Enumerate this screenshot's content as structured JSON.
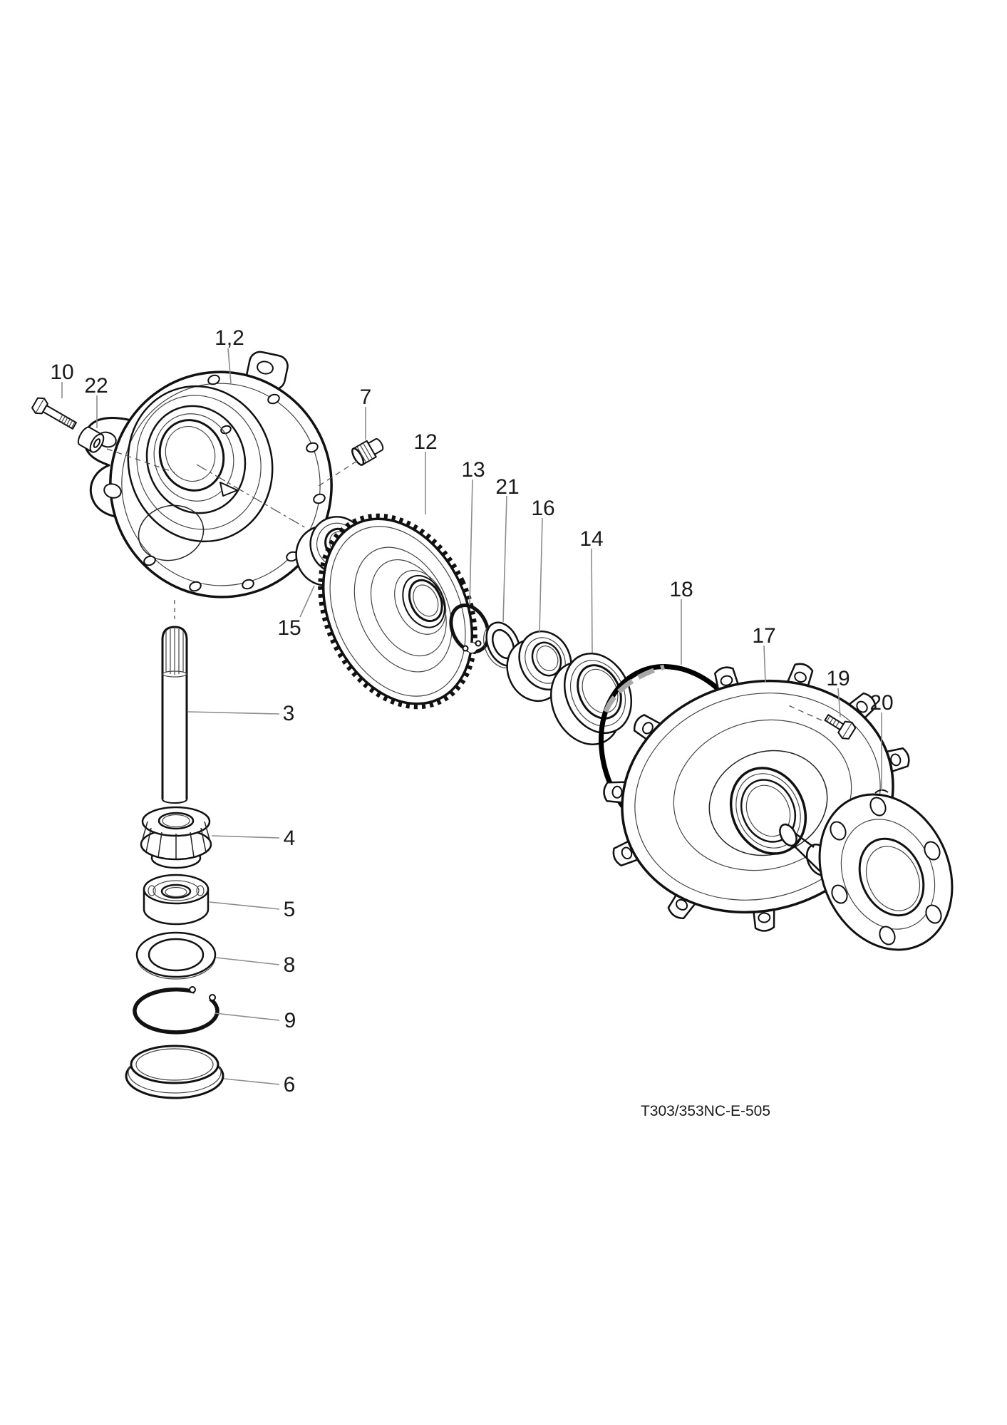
{
  "page": {
    "background": "#ffffff",
    "line_color": "#111111",
    "leader_color": "#8c8c8c"
  },
  "diagram": {
    "caption": "T303/353NC-E-505",
    "callouts": {
      "c1_2": "1,2",
      "c3": "3",
      "c4": "4",
      "c5": "5",
      "c6": "6",
      "c7": "7",
      "c8": "8",
      "c9": "9",
      "c10": "10",
      "c12": "12",
      "c13": "13",
      "c14": "14",
      "c15": "15",
      "c16": "16",
      "c17": "17",
      "c18": "18",
      "c19": "19",
      "c20": "20",
      "c21": "21",
      "c22": "22"
    }
  }
}
